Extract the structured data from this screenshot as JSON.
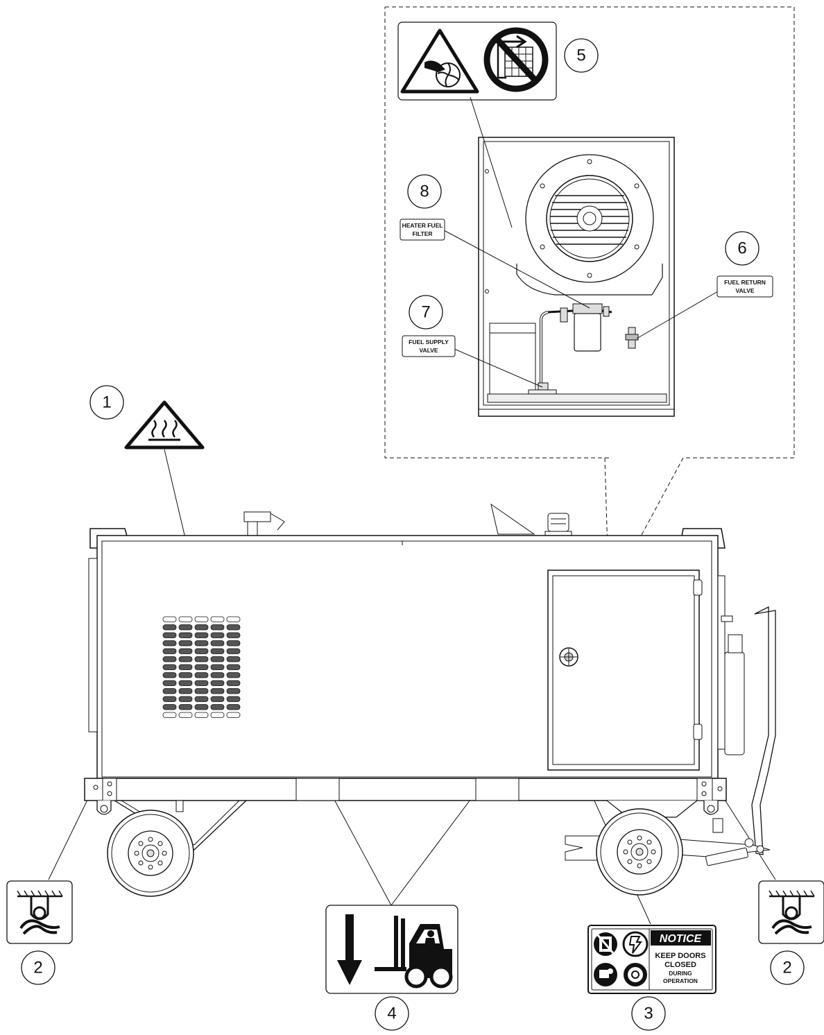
{
  "callouts": {
    "c1": "1",
    "c2_left": "2",
    "c2_right": "2",
    "c3": "3",
    "c4": "4",
    "c5": "5",
    "c6": "6",
    "c7": "7",
    "c8": "8"
  },
  "tags": {
    "heater_fuel_filter": [
      "HEATER FUEL",
      "FILTER"
    ],
    "fuel_return_valve": [
      "FUEL RETURN",
      "VALVE"
    ],
    "fuel_supply_valve": [
      "FUEL SUPPLY",
      "VALVE"
    ]
  },
  "notice_label": {
    "header": "NOTICE",
    "line1": "KEEP DOORS",
    "line2": "CLOSED",
    "line3": "DURING",
    "line4": "OPERATION"
  },
  "icons": {
    "hot_surface": "hot-surface-warning-icon",
    "fan_hazard": "rotating-fan-hand-hazard-icon",
    "no_remove_guard": "do-not-remove-guard-icon",
    "tie_down": "tie-down-point-icon",
    "forklift": "forklift-lift-point-icon"
  },
  "colors": {
    "line": "#111111",
    "fill_light": "#f4f4f4",
    "fill_mid": "#d9d9d9",
    "notice_black": "#111111"
  }
}
